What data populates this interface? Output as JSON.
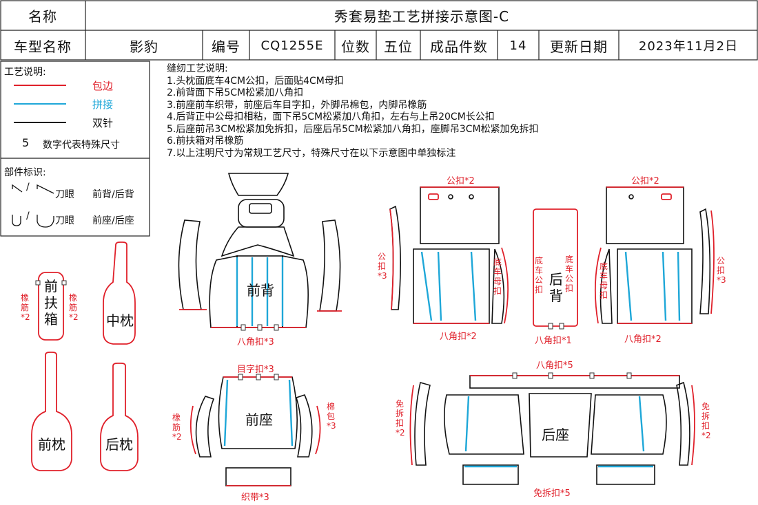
{
  "header": {
    "name_label": "名称",
    "title": "秀套易垫工艺拼接示意图-C",
    "model_label": "车型名称",
    "model_value": "影豹",
    "code_label": "编号",
    "code_value": "CQ1255E",
    "seats_label": "位数",
    "seats_value": "五位",
    "pieces_label": "成品件数",
    "pieces_value": "14",
    "update_label": "更新日期",
    "update_value": "2023年11月2日"
  },
  "legend": {
    "title": "工艺说明:",
    "items": [
      {
        "label": "包边",
        "color": "#e0202a"
      },
      {
        "label": "拼接",
        "color": "#1ea7d8"
      },
      {
        "label": "双针",
        "color": "#111111"
      }
    ],
    "number_sample": "5",
    "number_desc": "数字代表特殊尺寸",
    "parts_title": "部件标识:",
    "notch_v_label": "/",
    "notch_v_suffix": "刀眼",
    "notch_v_meaning": "前背/后背",
    "notch_u_label": "/",
    "notch_u_suffix": "刀眼",
    "notch_u_meaning": "前座/后座"
  },
  "notes": {
    "title": "缝纫工艺说明:",
    "lines": [
      "1.头枕面底车4CM公扣，后面贴4CM母扣",
      "2.前背面下吊5CM松紧加八角扣",
      "3.前座前车织带，前座后车目字扣，外脚吊棉包，内脚吊橡筋",
      "4.后背正中公母扣相粘，面下吊5CM松紧加八角扣，左右与上吊20CM长公扣",
      "5.后座前吊3CM松紧加免拆扣，后座后吊5CM松紧加八角扣，座脚吊3CM松紧加免拆扣",
      "6.前扶箱对吊橡筋",
      "7.以上注明尺寸为常规工艺尺寸，特殊尺寸在以下示意图中单独标注"
    ]
  },
  "diagram": {
    "front_armrest": "前扶箱",
    "front_armrest_left_note": "橡筋*2",
    "front_armrest_right_note": "橡筋*2",
    "middle_pillow": "中枕",
    "front_pillow": "前枕",
    "rear_pillow": "后枕",
    "front_back": "前背",
    "front_back_note": "八角扣*3",
    "front_seat": "前座",
    "front_seat_top_note": "目字扣*3",
    "front_seat_left_note": "橡筋*2",
    "front_seat_right_note": "棉包*3",
    "front_seat_bottom_note": "织带*3",
    "rear_back": "后背",
    "rear_back_left_top_note": "公扣*2",
    "rear_back_left_side_note": "公扣*3",
    "rear_back_left_inner_note": "底车母扣",
    "rear_back_left_bottom_note": "八角扣*2",
    "rear_back_mid_left_note": "底车公扣",
    "rear_back_mid_right_note": "底车公扣",
    "rear_back_mid_bottom_note": "八角扣*1",
    "rear_back_right_top_note": "公扣*2",
    "rear_back_right_side_note": "公扣*3",
    "rear_back_right_inner_note": "底车母扣",
    "rear_back_right_bottom_note": "八角扣*2",
    "rear_seat": "后座",
    "rear_seat_top_note": "八角扣*5",
    "rear_seat_left_note": "免拆扣*2",
    "rear_seat_right_note": "免拆扣*2",
    "rear_seat_bottom_note": "免拆扣*5"
  },
  "colors": {
    "edge_binding": "#e0202a",
    "splice": "#1ea7d8",
    "double_needle": "#111111"
  }
}
